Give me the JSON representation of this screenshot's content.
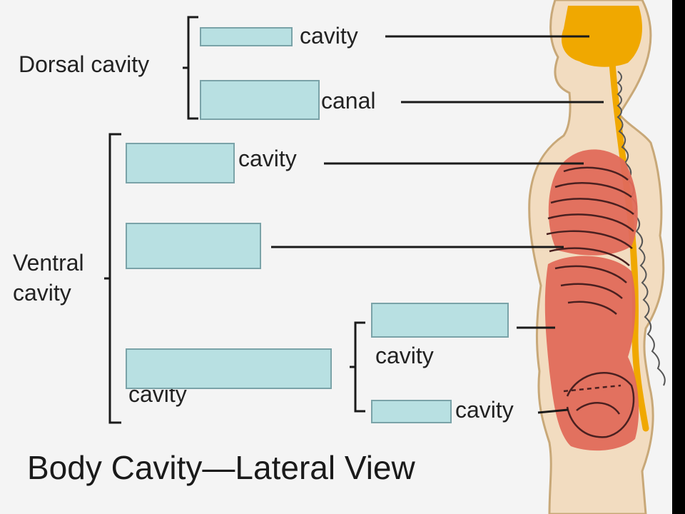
{
  "title": "Body Cavity—Lateral View",
  "groups": {
    "dorsal": "Dorsal cavity",
    "ventral_line1": "Ventral",
    "ventral_line2": "cavity"
  },
  "labels": {
    "cranial_suffix": "cavity",
    "spinal_suffix": "canal",
    "thoracic_suffix": "cavity",
    "abdominopelvic_suffix": "cavity",
    "abdominal_suffix": "cavity",
    "pelvic_suffix": "cavity"
  },
  "colors": {
    "background": "#f4f4f4",
    "answer_box_fill": "#b8e0e2",
    "answer_box_border": "#7aa3a8",
    "skin": "#f2dcc0",
    "skin_outline": "#c8a878",
    "dorsal_cavity": "#f0a800",
    "ventral_cavity": "#e06a5a",
    "leader_line": "#1a1a1a"
  }
}
